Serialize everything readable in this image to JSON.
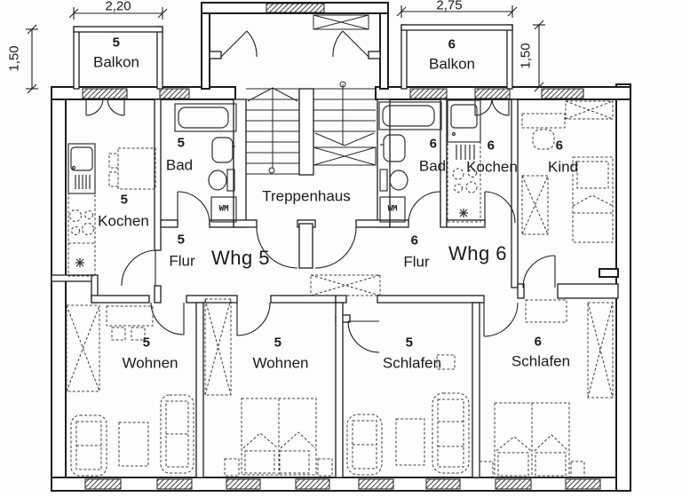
{
  "dimensions": {
    "balcony5_width": "2,20",
    "balcony6_width": "2,75",
    "balcony5_depth": "1,50",
    "balcony6_depth": "1,50"
  },
  "stairwell_label": "Treppenhaus",
  "apartment5": {
    "label": "Whg 5",
    "washing_machine_label": "WM",
    "rooms": {
      "balkon": {
        "num": "5",
        "name": "Balkon"
      },
      "kochen": {
        "num": "5",
        "name": "Kochen"
      },
      "bad": {
        "num": "5",
        "name": "Bad"
      },
      "flur": {
        "num": "5",
        "name": "Flur"
      },
      "wohnen_a": {
        "num": "5",
        "name": "Wohnen"
      },
      "wohnen_b": {
        "num": "5",
        "name": "Wohnen"
      },
      "schlafen": {
        "num": "5",
        "name": "Schlafen"
      }
    }
  },
  "apartment6": {
    "label": "Whg 6",
    "washing_machine_label": "WM",
    "rooms": {
      "balkon": {
        "num": "6",
        "name": "Balkon"
      },
      "bad": {
        "num": "6",
        "name": "Bad"
      },
      "kochen": {
        "num": "6",
        "name": "Kochen"
      },
      "kind": {
        "num": "6",
        "name": "Kind"
      },
      "flur": {
        "num": "6",
        "name": "Flur"
      },
      "schlafen": {
        "num": "6",
        "name": "Schlafen"
      }
    }
  }
}
